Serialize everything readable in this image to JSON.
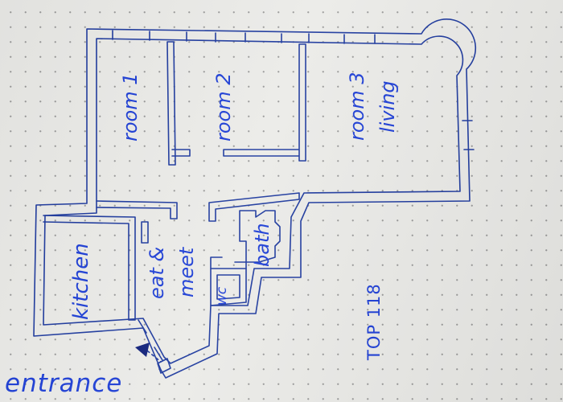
{
  "plan": {
    "ink_color": "#1e3a9e",
    "label_color": "#1e3fd6",
    "paper_color": "#ebebe8",
    "rooms": {
      "room1": "room 1",
      "room2": "room 2",
      "room3": "room 3",
      "living": "living",
      "kitchen": "kitchen",
      "eat": "eat &",
      "meet": "meet",
      "wc": "wc",
      "bath": "bath"
    },
    "unit_label": "TOP 118",
    "entrance_label": "entrance",
    "icons": {
      "entrance_marker": "triangle-marker-icon"
    }
  }
}
